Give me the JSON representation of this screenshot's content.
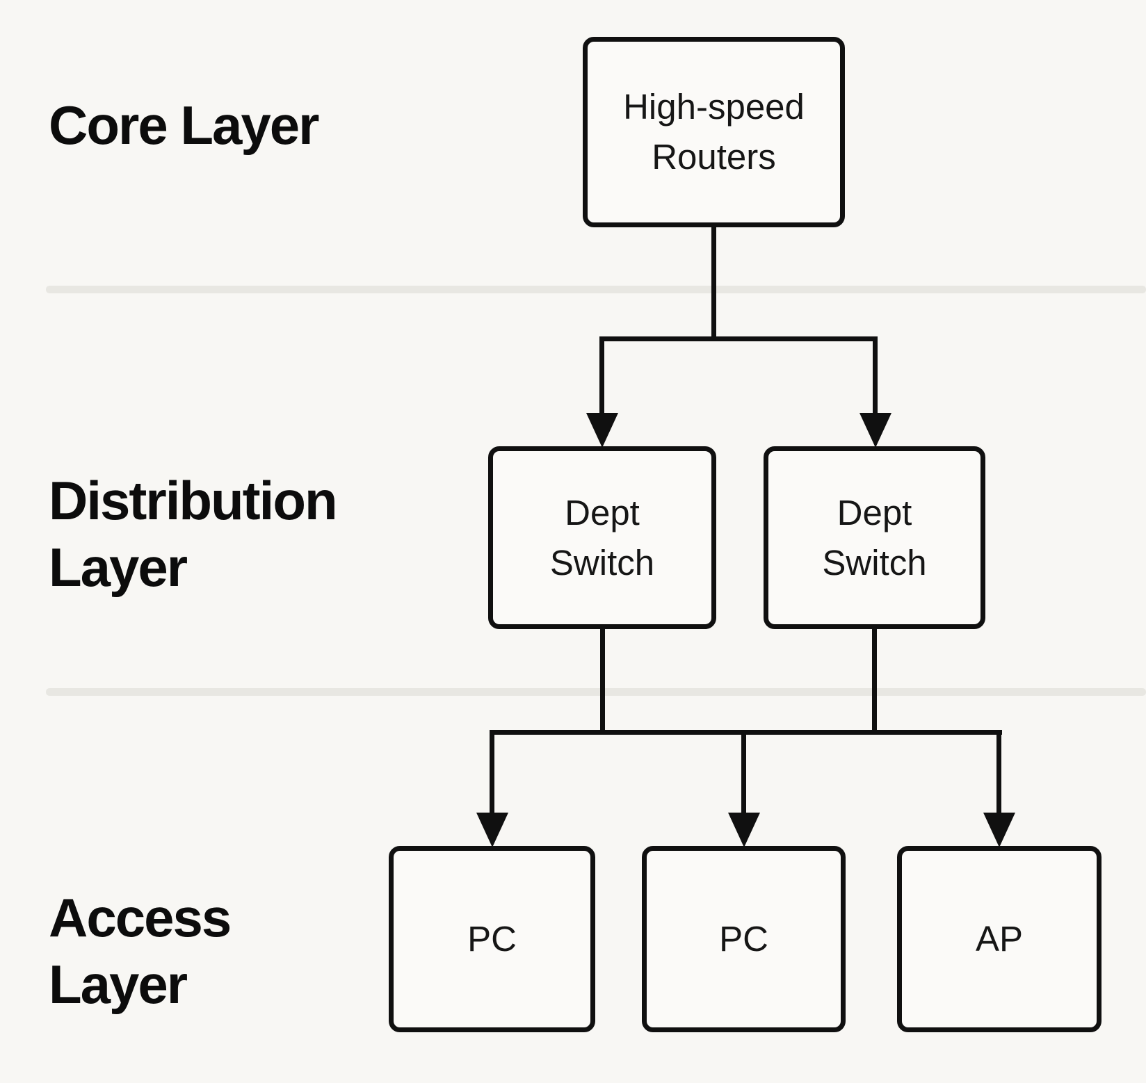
{
  "colors": {
    "background": "#f8f7f4",
    "stroke": "#101010",
    "divider": "#e8e7e2",
    "text": "#111111"
  },
  "layer_labels": {
    "core": {
      "line1": "Core Layer"
    },
    "distribution": {
      "line1": "Distribution",
      "line2": "Layer"
    },
    "access": {
      "line1": "Access",
      "line2": "Layer"
    }
  },
  "nodes": {
    "core_router": {
      "line1": "High-speed",
      "line2": "Routers"
    },
    "dist_switch_left": {
      "line1": "Dept",
      "line2": "Switch"
    },
    "dist_switch_right": {
      "line1": "Dept",
      "line2": "Switch"
    },
    "access_pc_left": {
      "label": "PC"
    },
    "access_pc_middle": {
      "label": "PC"
    },
    "access_ap": {
      "label": "AP"
    }
  }
}
